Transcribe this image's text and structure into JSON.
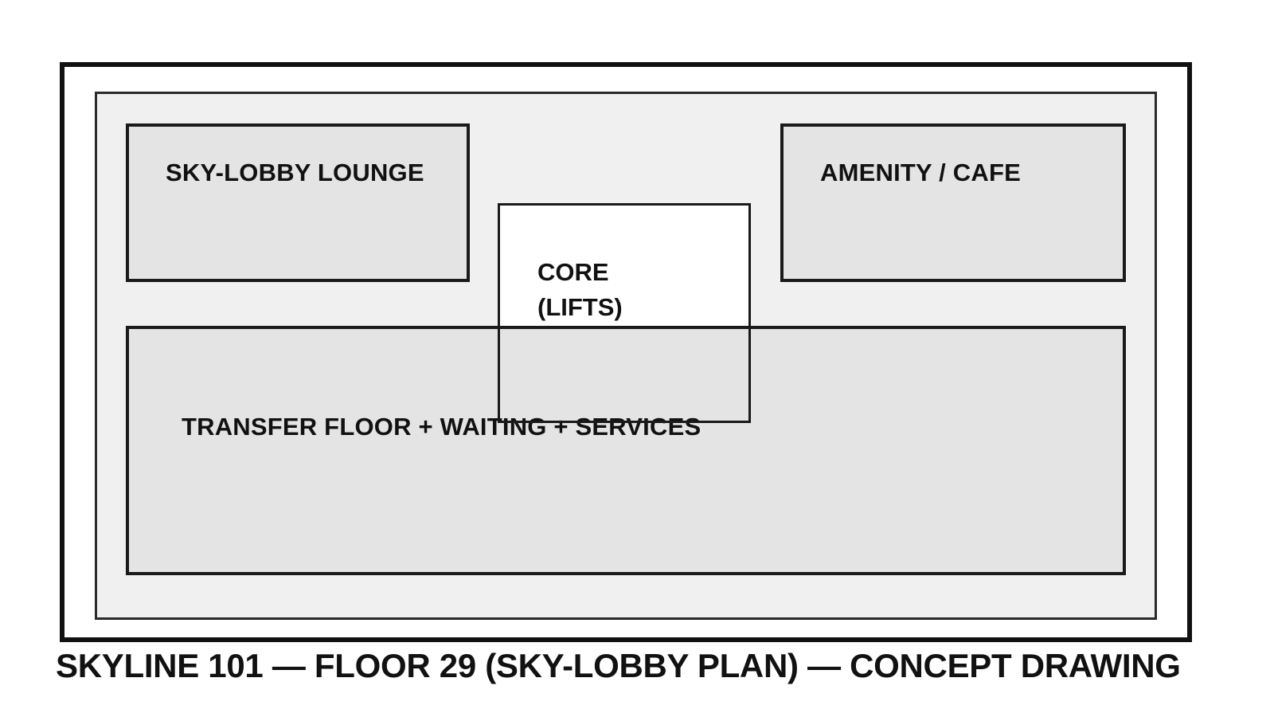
{
  "drawing": {
    "caption": "SKYLINE 101 — FLOOR 29 (SKY-LOBBY PLAN) — CONCEPT DRAWING",
    "title": "SKYLINE 101",
    "floor": "FLOOR 29",
    "plan_name": "SKY-LOBBY PLAN",
    "status": "CONCEPT DRAWING"
  },
  "colors": {
    "frame_stroke": "#111111",
    "plate_fill": "#f0f0f0",
    "plate_stroke": "#2a2a2a",
    "room_fill": "#e4e4e4",
    "room_stroke": "#1a1a1a",
    "core_fill": "#ffffff",
    "core_stroke": "#1a1a1a",
    "text": "#111111",
    "background": "#ffffff"
  },
  "rooms": [
    {
      "id": "sky-lobby-lounge",
      "label": "SKY-LOBBY LOUNGE"
    },
    {
      "id": "amenity-cafe",
      "label": "AMENITY / CAFE"
    },
    {
      "id": "transfer-floor",
      "label": "TRANSFER FLOOR + WAITING + SERVICES"
    }
  ],
  "core": {
    "label_line1": "CORE",
    "label_line2": "(LIFTS)"
  }
}
